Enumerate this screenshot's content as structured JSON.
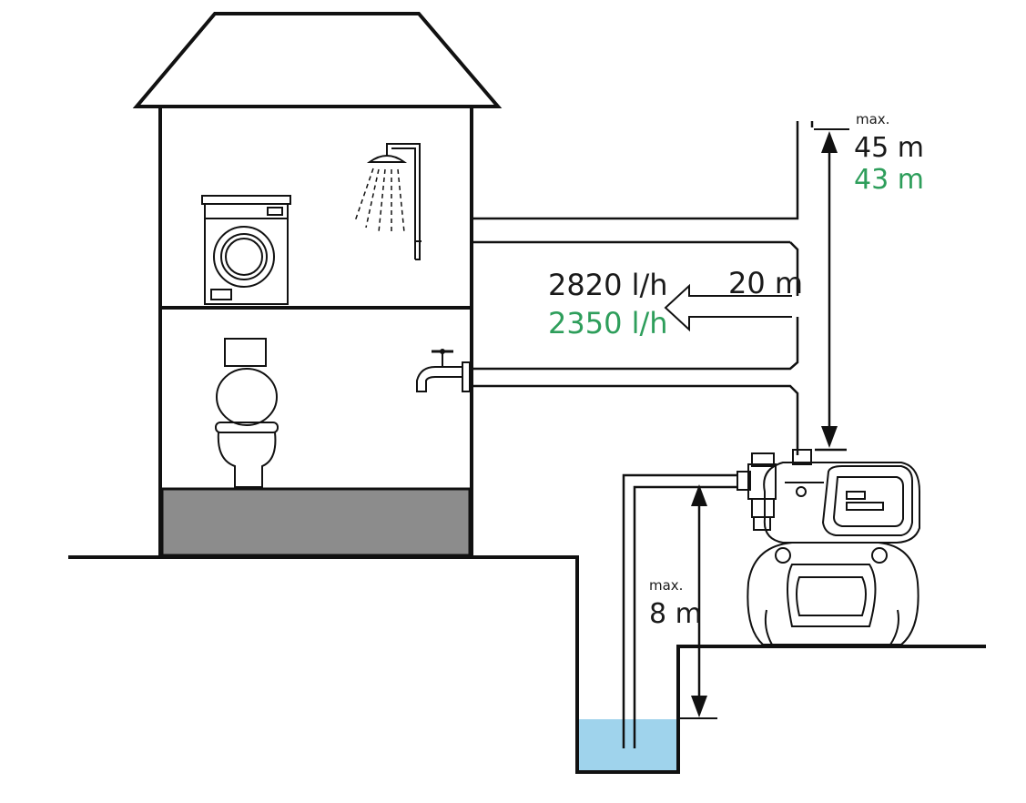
{
  "labels": {
    "head_max": "max.",
    "head_value_1": "45 m",
    "head_value_2": "43 m",
    "flow_value_1": "2820 l/h",
    "flow_value_2": "2350 l/h",
    "flow_height": "20 m",
    "suction_max": "max.",
    "suction_value": "8 m"
  },
  "colors": {
    "primary_text": "#1a1a1a",
    "secondary_text": "#2e9e5b",
    "basement_fill": "#8c8c8c",
    "water_fill": "#9fd3ec"
  },
  "icons": [
    "shower-icon",
    "washing-machine-icon",
    "toilet-icon",
    "faucet-icon",
    "garden-pump-icon",
    "well-water-icon"
  ]
}
